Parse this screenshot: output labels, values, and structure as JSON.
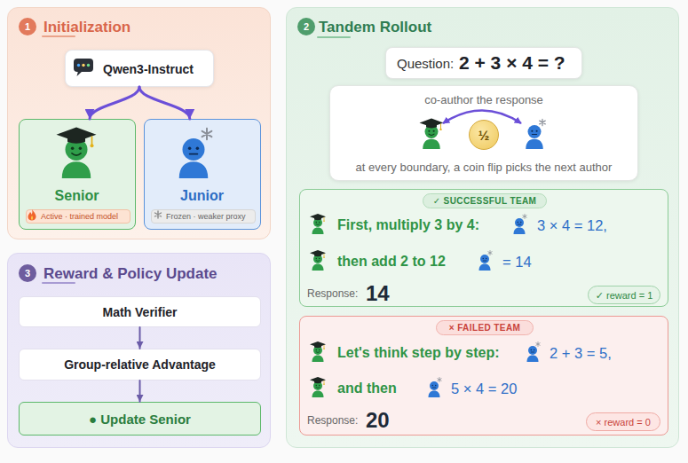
{
  "diagram": {
    "nodes": [
      {
        "text": [
          "Initialization"
        ]
      },
      {
        "text": [
          "1"
        ],
        "in": 0
      },
      {
        "text": [
          "Qwen3-Instruct"
        ],
        "in": 0
      },
      {
        "text": [
          "Senior"
        ],
        "in": 0
      },
      {
        "text": [
          "Active · trained model"
        ],
        "in": 3
      },
      {
        "text": [
          "Junior"
        ],
        "in": 0
      },
      {
        "text": [
          "Frozen · weaker proxy"
        ],
        "in": 5
      },
      {
        "text": [
          "Tandem Rollout"
        ]
      },
      {
        "text": [
          "2"
        ],
        "in": 7
      },
      {
        "text": [
          "Question:",
          "2 + 3 × 4 = ?"
        ],
        "in": 7
      },
      {
        "text": [
          "co-author the response",
          "at every boundary, a coin flip picks the next author"
        ],
        "in": 7
      },
      {
        "text": [
          "½"
        ],
        "in": 10
      },
      {
        "text": [
          "First, multiply 3 by 4:",
          "3 × 4 = 12,",
          "then add 2 to 12",
          "= 14",
          "Response:",
          "14"
        ],
        "in": 7
      },
      {
        "text": [
          "✓ SUCCESSFUL TEAM"
        ],
        "in": 12
      },
      {
        "text": [
          "✓ reward = 1"
        ],
        "in": 12
      },
      {
        "text": [
          "Let's think step by step:",
          "2 + 3 = 5,",
          "and then",
          "5 × 4 = 20",
          "Response:",
          "20"
        ],
        "in": 7
      },
      {
        "text": [
          "× FAILED TEAM"
        ],
        "in": 15
      },
      {
        "text": [
          "× reward = 0"
        ],
        "in": 15
      },
      {
        "text": [
          "Reward & Policy Update"
        ]
      },
      {
        "text": [
          "3"
        ],
        "in": 18
      },
      {
        "text": [
          "Math Verifier"
        ],
        "in": 18
      },
      {
        "text": [
          "Group-relative Advantage"
        ],
        "in": 18
      },
      {
        "text": [
          "● Update Senior"
        ],
        "in": 18
      }
    ],
    "edges": [
      {
        "from": 2,
        "to": 3,
        "arrow": "to"
      },
      {
        "from": 2,
        "to": 5,
        "arrow": "to"
      },
      {
        "from": 20,
        "to": 21,
        "arrow": "to"
      },
      {
        "from": 21,
        "to": 22,
        "arrow": "to"
      }
    ]
  }
}
